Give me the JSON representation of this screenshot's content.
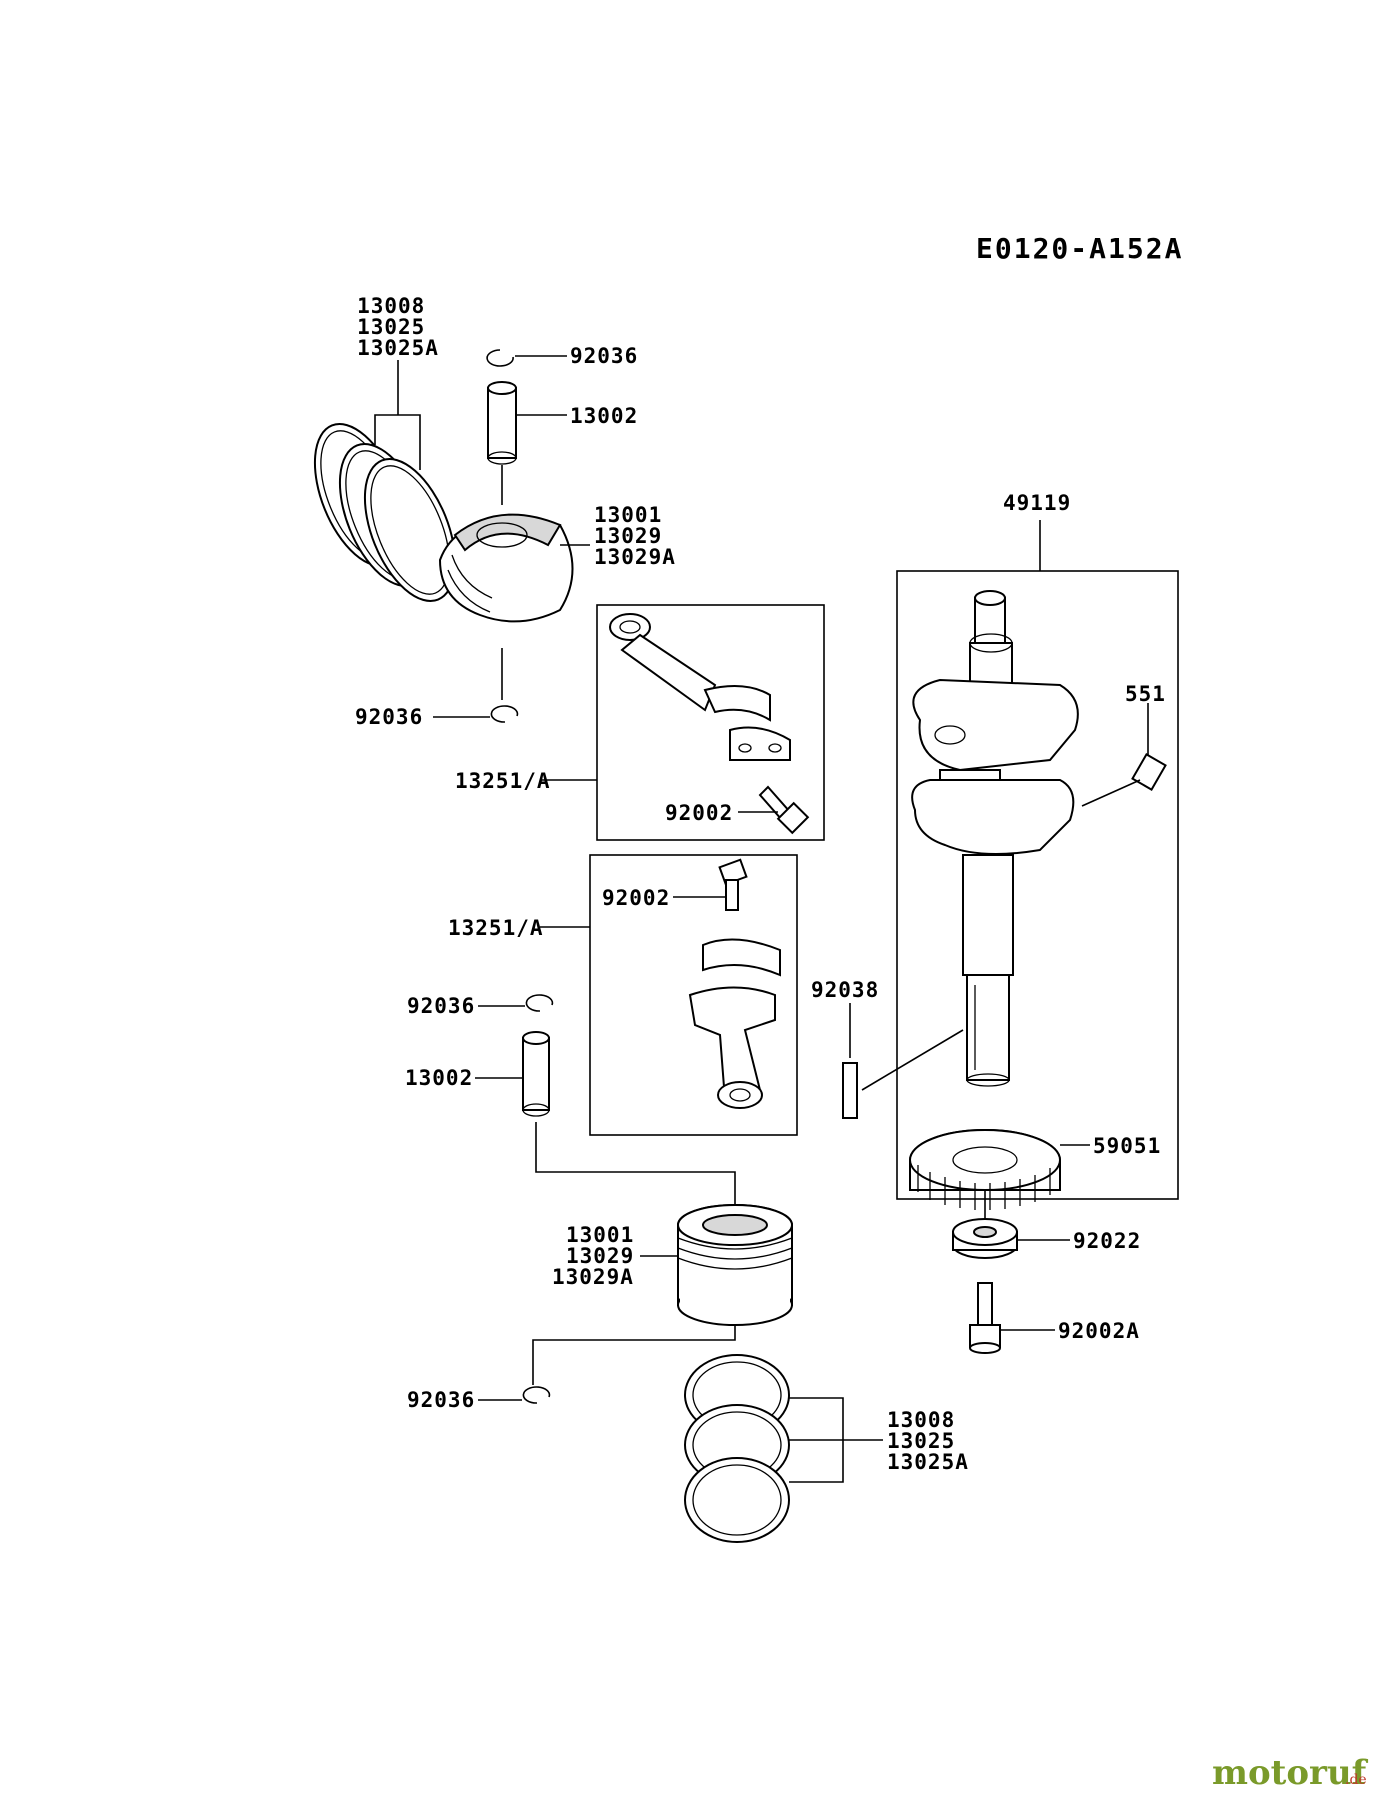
{
  "diagram_code": "E0120-A152A",
  "watermark": {
    "brand": "motoruf",
    "tld": ".de",
    "color_brand": "#7a9a2a",
    "color_dot": "#c0392b"
  },
  "labels": {
    "rings_top": [
      "13008",
      "13025",
      "13025A"
    ],
    "clip_top": "92036",
    "pin_top": "13002",
    "piston_top": [
      "13001",
      "13029",
      "13029A"
    ],
    "clip_mid": "92036",
    "rod_top": "13251/A",
    "bolt_top": "92002",
    "crank": "49119",
    "key_551": "551",
    "bolt_mid": "92002",
    "rod_bottom": "13251/A",
    "clip_left2": "92036",
    "pin_bottom": "13002",
    "key_92038": "92038",
    "gear": "59051",
    "piston_bottom": [
      "13001",
      "13029",
      "13029A"
    ],
    "washer": "92022",
    "bolt_crank": "92002A",
    "clip_bottom": "92036",
    "rings_bottom": [
      "13008",
      "13025",
      "13025A"
    ]
  }
}
